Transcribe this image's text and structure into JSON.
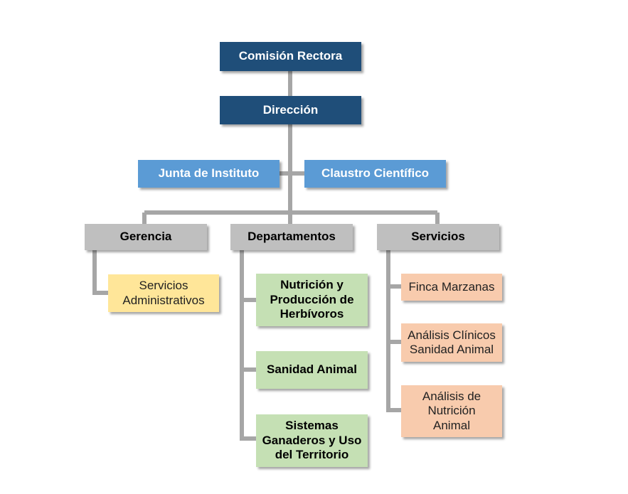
{
  "org_chart": {
    "top": "Comisión  Rectora",
    "direction": "Dirección",
    "advisory": {
      "left": "Junta de Instituto",
      "right": "Claustro  Científico"
    },
    "branches": {
      "gerencia": {
        "label": "Gerencia",
        "children": [
          "Servicios\nAdministrativos"
        ]
      },
      "departamentos": {
        "label": "Departamentos",
        "children": [
          "Nutrición  y\nProducción  de\nHerbívoros",
          "Sanidad  Animal",
          "Sistemas\nGanaderos  y Uso\ndel Territorio"
        ]
      },
      "servicios": {
        "label": "Servicios",
        "children": [
          "Finca Marzanas",
          "Análisis Clínicos\nSanidad Animal",
          "Análisis de\nNutrición\nAnimal"
        ]
      }
    },
    "colors": {
      "connector": "#a6a6a6",
      "dark_blue": "#1f4e79",
      "mid_blue": "#5b9bd5",
      "grey": "#bfbfbf",
      "yellow": "#ffe699",
      "green": "#c5e0b4",
      "peach": "#f8cbad"
    }
  }
}
